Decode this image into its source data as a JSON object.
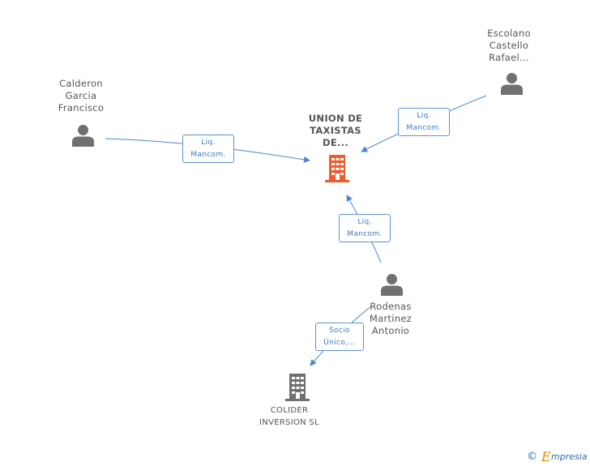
{
  "nodes": {
    "calderon": {
      "lines": [
        "Calderon",
        "Garcia",
        "Francisco"
      ]
    },
    "escolano": {
      "lines": [
        "Escolano",
        "Castello",
        "Rafael..."
      ]
    },
    "union": {
      "lines": [
        "UNION DE",
        "TAXISTAS",
        "DE..."
      ]
    },
    "rodenas": {
      "lines": [
        "Rodenas",
        "Martinez",
        "Antonio"
      ]
    },
    "colider": {
      "lines": [
        "COLIDER",
        "INVERSION SL"
      ]
    }
  },
  "edges": {
    "calderon_union": {
      "lines": [
        "Liq.",
        "Mancom."
      ]
    },
    "escolano_union": {
      "lines": [
        "Liq.",
        "Mancom."
      ]
    },
    "rodenas_union": {
      "lines": [
        "Liq.",
        "Mancom."
      ]
    },
    "rodenas_colider": {
      "lines": [
        "Socio",
        "Único,..."
      ]
    }
  },
  "colors": {
    "edge": "#4a86d0",
    "edge_label_border": "#5b93d6",
    "person_icon": "#707070",
    "main_company_icon": "#ef5b2a",
    "company_icon": "#707070"
  },
  "brand": {
    "symbol": "©",
    "initial": "E",
    "rest": "mpresia"
  }
}
